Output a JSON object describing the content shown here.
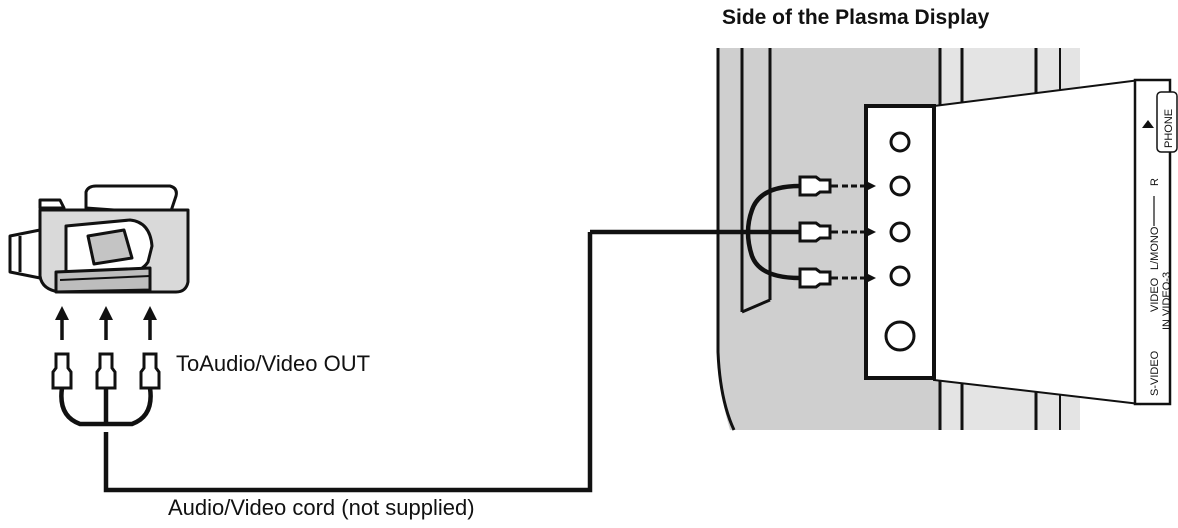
{
  "labels": {
    "display_side_title": "Side of the Plasma Display",
    "camera_output": "ToAudio/Video OUT",
    "cord": "Audio/Video cord (not supplied)"
  },
  "panel": {
    "phone": "PHONE",
    "r": "R",
    "l_mono": "L/MONO",
    "video": "VIDEO",
    "in_video_3": "IN VIDEO-3",
    "s_video": "S-VIDEO"
  },
  "colors": {
    "line": "#111111",
    "panel_gray": "#c9c9c9",
    "panel_light": "#e6e6e6"
  }
}
